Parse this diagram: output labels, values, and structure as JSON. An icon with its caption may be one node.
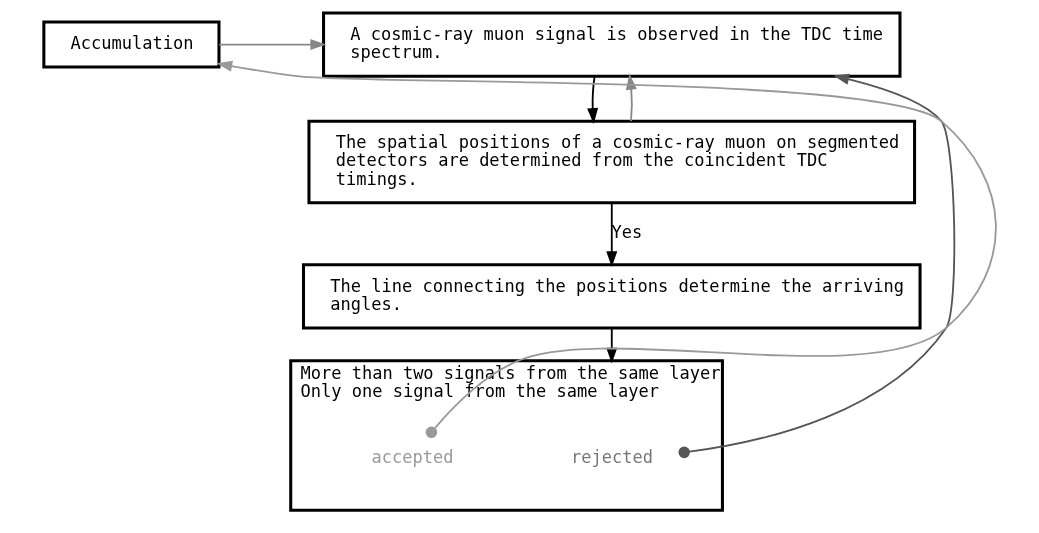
{
  "diagram": {
    "nodes": [
      {
        "text": [
          "A cosmic-ray muon signal is observed in the TDC time spectrum."
        ]
      },
      {
        "text": [
          "Accumulation"
        ]
      },
      {
        "text": [
          "The spatial positions of a cosmic-ray muon on segmented detectors are determined from the coincident TDC timings."
        ]
      },
      {
        "text": [
          "The line connecting the positions determine the arriving angles."
        ]
      },
      {
        "text": [
          "More than two signals from the same layer",
          "Only one signal from the same layer"
        ]
      },
      {
        "text": [
          "rejected"
        ],
        "in": 4
      },
      {
        "text": [
          "accepted"
        ],
        "in": 4
      }
    ],
    "edges": [
      {
        "from": 0,
        "to": 2,
        "arrow": "to"
      },
      {
        "from": 2,
        "to": 3,
        "arrow": "to",
        "label": "Yes"
      },
      {
        "from": 3,
        "to": 4,
        "arrow": "to"
      },
      {
        "from": 5,
        "to": 0,
        "arrow": "to",
        "color": "#555555"
      },
      {
        "from": 6,
        "to": 1,
        "arrow": "to",
        "color": "#999999"
      },
      {
        "from": 1,
        "to": 0,
        "arrow": "to",
        "color": "#888888"
      },
      {
        "from": 2,
        "to": 0,
        "arrow": "to",
        "color": "#888888"
      }
    ]
  }
}
